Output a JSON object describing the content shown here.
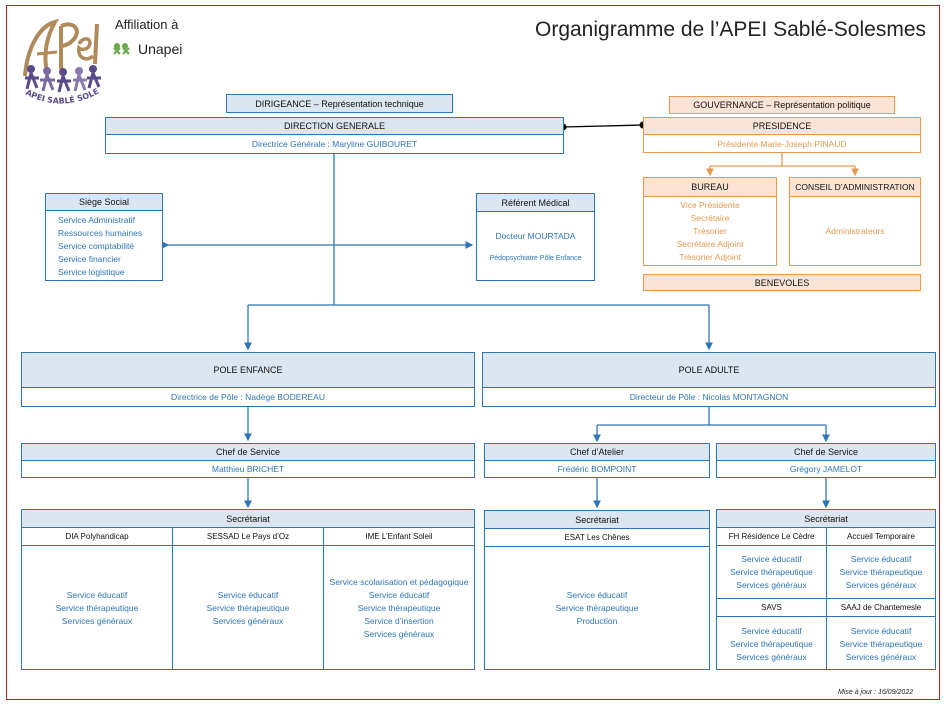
{
  "header": {
    "title": "Organigramme de l’APEI Sablé-Solesmes",
    "affiliation": "Affiliation à",
    "unapei": "Unapei",
    "logo_text": "APEI SABLÉ SOLESMES",
    "updated": "Mise à jour : 16/09/2022"
  },
  "dirigeance": {
    "banner": "DIRIGEANCE – Représentation technique",
    "direction_title": "DIRECTION GENERALE",
    "direction_name": "Directrice Générale : Maryline GUIBOURET"
  },
  "gouvernance": {
    "banner": "GOUVERNANCE – Représentation politique",
    "presidence_title": "PRESIDENCE",
    "presidence_name": "Présidente Marie-Joseph PINAUD",
    "bureau_title": "BUREAU",
    "bureau_items": [
      "Vice Présidente",
      "Secrétaire",
      "Trésorier",
      "Secrétaire Adjoint",
      "Trésorier Adjoint"
    ],
    "ca_title": "CONSEIL D’ADMINISTRATION",
    "ca_items": [
      "Administrateurs"
    ],
    "benevoles": "BENEVOLES"
  },
  "siege": {
    "title": "Siège Social",
    "items": [
      "Service Administratif",
      "Ressources humaines",
      "Service comptabilité",
      "Service financier",
      "Service logistique"
    ]
  },
  "medical": {
    "title": "Référent Médical",
    "doctor": "Docteur MOURTADA",
    "role": "Pédopsychiatre Pôle Enfance"
  },
  "pole_enfance": {
    "title": "POLE ENFANCE",
    "director": "Directrice de Pôle : Nadège BODEREAU",
    "chef_title": "Chef de Service",
    "chef_name": "Matthieu BRICHET",
    "secretariat": "Secrétariat",
    "services": [
      {
        "title": "DIA Polyhandicap",
        "items": [
          "Service éducatif",
          "Service thérapeutique",
          "Services généraux"
        ]
      },
      {
        "title": "SESSAD Le Pays d’Oz",
        "items": [
          "Service éducatif",
          "Service thérapeutique",
          "Services généraux"
        ]
      },
      {
        "title": "IME L’Enfant Soleil",
        "items": [
          "Service scolarisation et pédagogique",
          "Service éducatif",
          "Service thérapeutique",
          "Service d’insertion",
          "Services généraux"
        ]
      }
    ]
  },
  "pole_adulte": {
    "title": "POLE ADULTE",
    "director": "Directeur de Pôle : Nicolas MONTAGNON",
    "atelier_title": "Chef d’Atelier",
    "atelier_name": "Frédéric BOMPOINT",
    "chef_title": "Chef de Service",
    "chef_name": "Grégory JAMELOT",
    "secretariat_left": "Secrétariat",
    "secretariat_right": "Secrétariat",
    "esat": {
      "title": "ESAT Les Chênes",
      "items": [
        "Service éducatif",
        "Service thérapeutique",
        "Production"
      ]
    },
    "services": [
      {
        "title": "FH Résidence Le Cèdre",
        "items": [
          "Service éducatif",
          "Service thérapeutique",
          "Services généraux"
        ]
      },
      {
        "title": "Accueil Temporaire",
        "items": [
          "Service éducatif",
          "Service thérapeutique",
          "Services généraux"
        ]
      },
      {
        "title": "SAVS",
        "items": [
          "Service éducatif",
          "Service thérapeutique",
          "Services généraux"
        ]
      },
      {
        "title": "SAAJ de Chantemesle",
        "items": [
          "Service éducatif",
          "Service thérapeutique",
          "Services généraux"
        ]
      }
    ]
  },
  "colors": {
    "blue": "#2e75b6",
    "light_blue": "#dce6f1",
    "orange": "#e59a50",
    "light_orange": "#fbe4d5",
    "frame": "#b5231d"
  }
}
